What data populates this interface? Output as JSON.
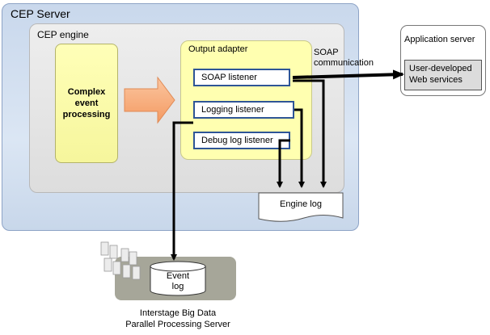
{
  "cep_server": {
    "label": "CEP Server"
  },
  "cep_engine": {
    "label": "CEP engine"
  },
  "complex_event": {
    "line1": "Complex",
    "line2": "event",
    "line3": "processing"
  },
  "output_adapter": {
    "label": "Output adapter",
    "listeners": [
      "SOAP  listener",
      "Logging listener",
      "Debug log listener"
    ]
  },
  "soap_communication": {
    "line1": "SOAP",
    "line2": "communication"
  },
  "application_server": {
    "label": "Application server",
    "service_line1": "User-developed",
    "service_line2": "Web services"
  },
  "engine_log": {
    "label": "Engine log"
  },
  "event_log": {
    "line1": "Event",
    "line2": "log"
  },
  "interstage": {
    "line1": "Interstage Big Data",
    "line2": "Parallel Processing Server"
  },
  "colors": {
    "server_fill": "#c9d8ec",
    "engine_fill": "#e6e6e6",
    "adapter_fill": "#ffffb0",
    "listener_border": "#2e5596",
    "arrow_fill": "#f9b484",
    "interstage_fill": "#a6a699"
  }
}
